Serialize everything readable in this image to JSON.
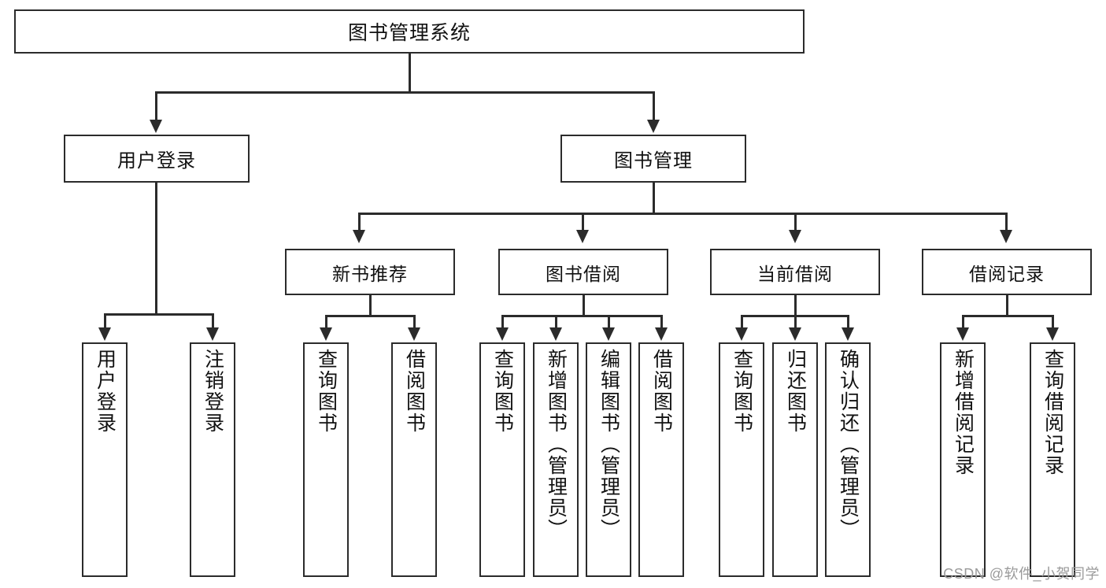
{
  "diagram": {
    "type": "tree",
    "title": "图书管理系统",
    "watermark": "CSDN @软件_小贺同学",
    "colors": {
      "stroke": "#2b2b2b",
      "fill": "#ffffff",
      "text": "#111111",
      "watermark": "#9a9a9a"
    },
    "root": {
      "label": "图书管理系统"
    },
    "level2": [
      {
        "label": "用户登录"
      },
      {
        "label": "图书管理"
      }
    ],
    "level3": [
      {
        "label": "新书推荐"
      },
      {
        "label": "图书借阅"
      },
      {
        "label": "当前借阅"
      },
      {
        "label": "借阅记录"
      }
    ],
    "leaves": {
      "user_login": [
        {
          "label": "用户登录"
        },
        {
          "label": "注销登录"
        }
      ],
      "new_book": [
        {
          "label": "查询图书"
        },
        {
          "label": "借阅图书"
        }
      ],
      "borrow_book": [
        {
          "label": "查询图书"
        },
        {
          "label": "新增图书（管理员）"
        },
        {
          "label": "编辑图书（管理员）"
        },
        {
          "label": "借阅图书"
        }
      ],
      "current_borrow": [
        {
          "label": "查询图书"
        },
        {
          "label": "归还图书"
        },
        {
          "label": "确认归还（管理员）"
        }
      ],
      "borrow_record": [
        {
          "label": "新增借阅记录"
        },
        {
          "label": "查询借阅记录"
        }
      ]
    }
  }
}
